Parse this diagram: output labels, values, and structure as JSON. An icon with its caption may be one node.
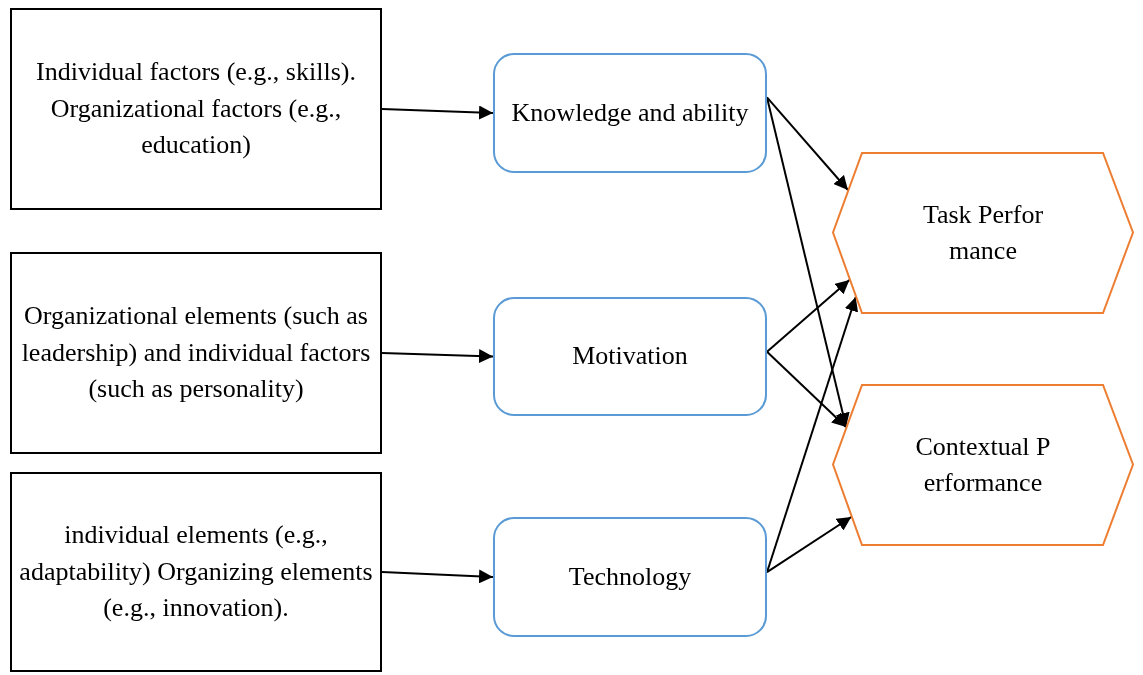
{
  "diagram": {
    "nodes": [
      {
        "text": [
          "Individual factors (e.g., skills). Organizational factors (e.g., education)"
        ]
      },
      {
        "text": [
          "Organizational elements (such as leadership) and individual factors (such as personality)"
        ]
      },
      {
        "text": [
          "individual elements (e.g., adaptability) Organizing elements (e.g., innovation)."
        ]
      },
      {
        "text": [
          "Knowledge and ability"
        ]
      },
      {
        "text": [
          "Motivation"
        ]
      },
      {
        "text": [
          "Technology"
        ]
      },
      {
        "text": [
          "Task Performance"
        ]
      },
      {
        "text": [
          "Contextual Performance"
        ]
      }
    ],
    "edges": [
      {
        "from": 0,
        "to": 3,
        "arrow": "to"
      },
      {
        "from": 1,
        "to": 4,
        "arrow": "to"
      },
      {
        "from": 2,
        "to": 5,
        "arrow": "to"
      },
      {
        "from": 3,
        "to": 6,
        "arrow": "to"
      },
      {
        "from": 3,
        "to": 7,
        "arrow": "to"
      },
      {
        "from": 4,
        "to": 6,
        "arrow": "to"
      },
      {
        "from": 4,
        "to": 7,
        "arrow": "to"
      },
      {
        "from": 5,
        "to": 6,
        "arrow": "to"
      },
      {
        "from": 5,
        "to": 7,
        "arrow": "to"
      }
    ]
  }
}
